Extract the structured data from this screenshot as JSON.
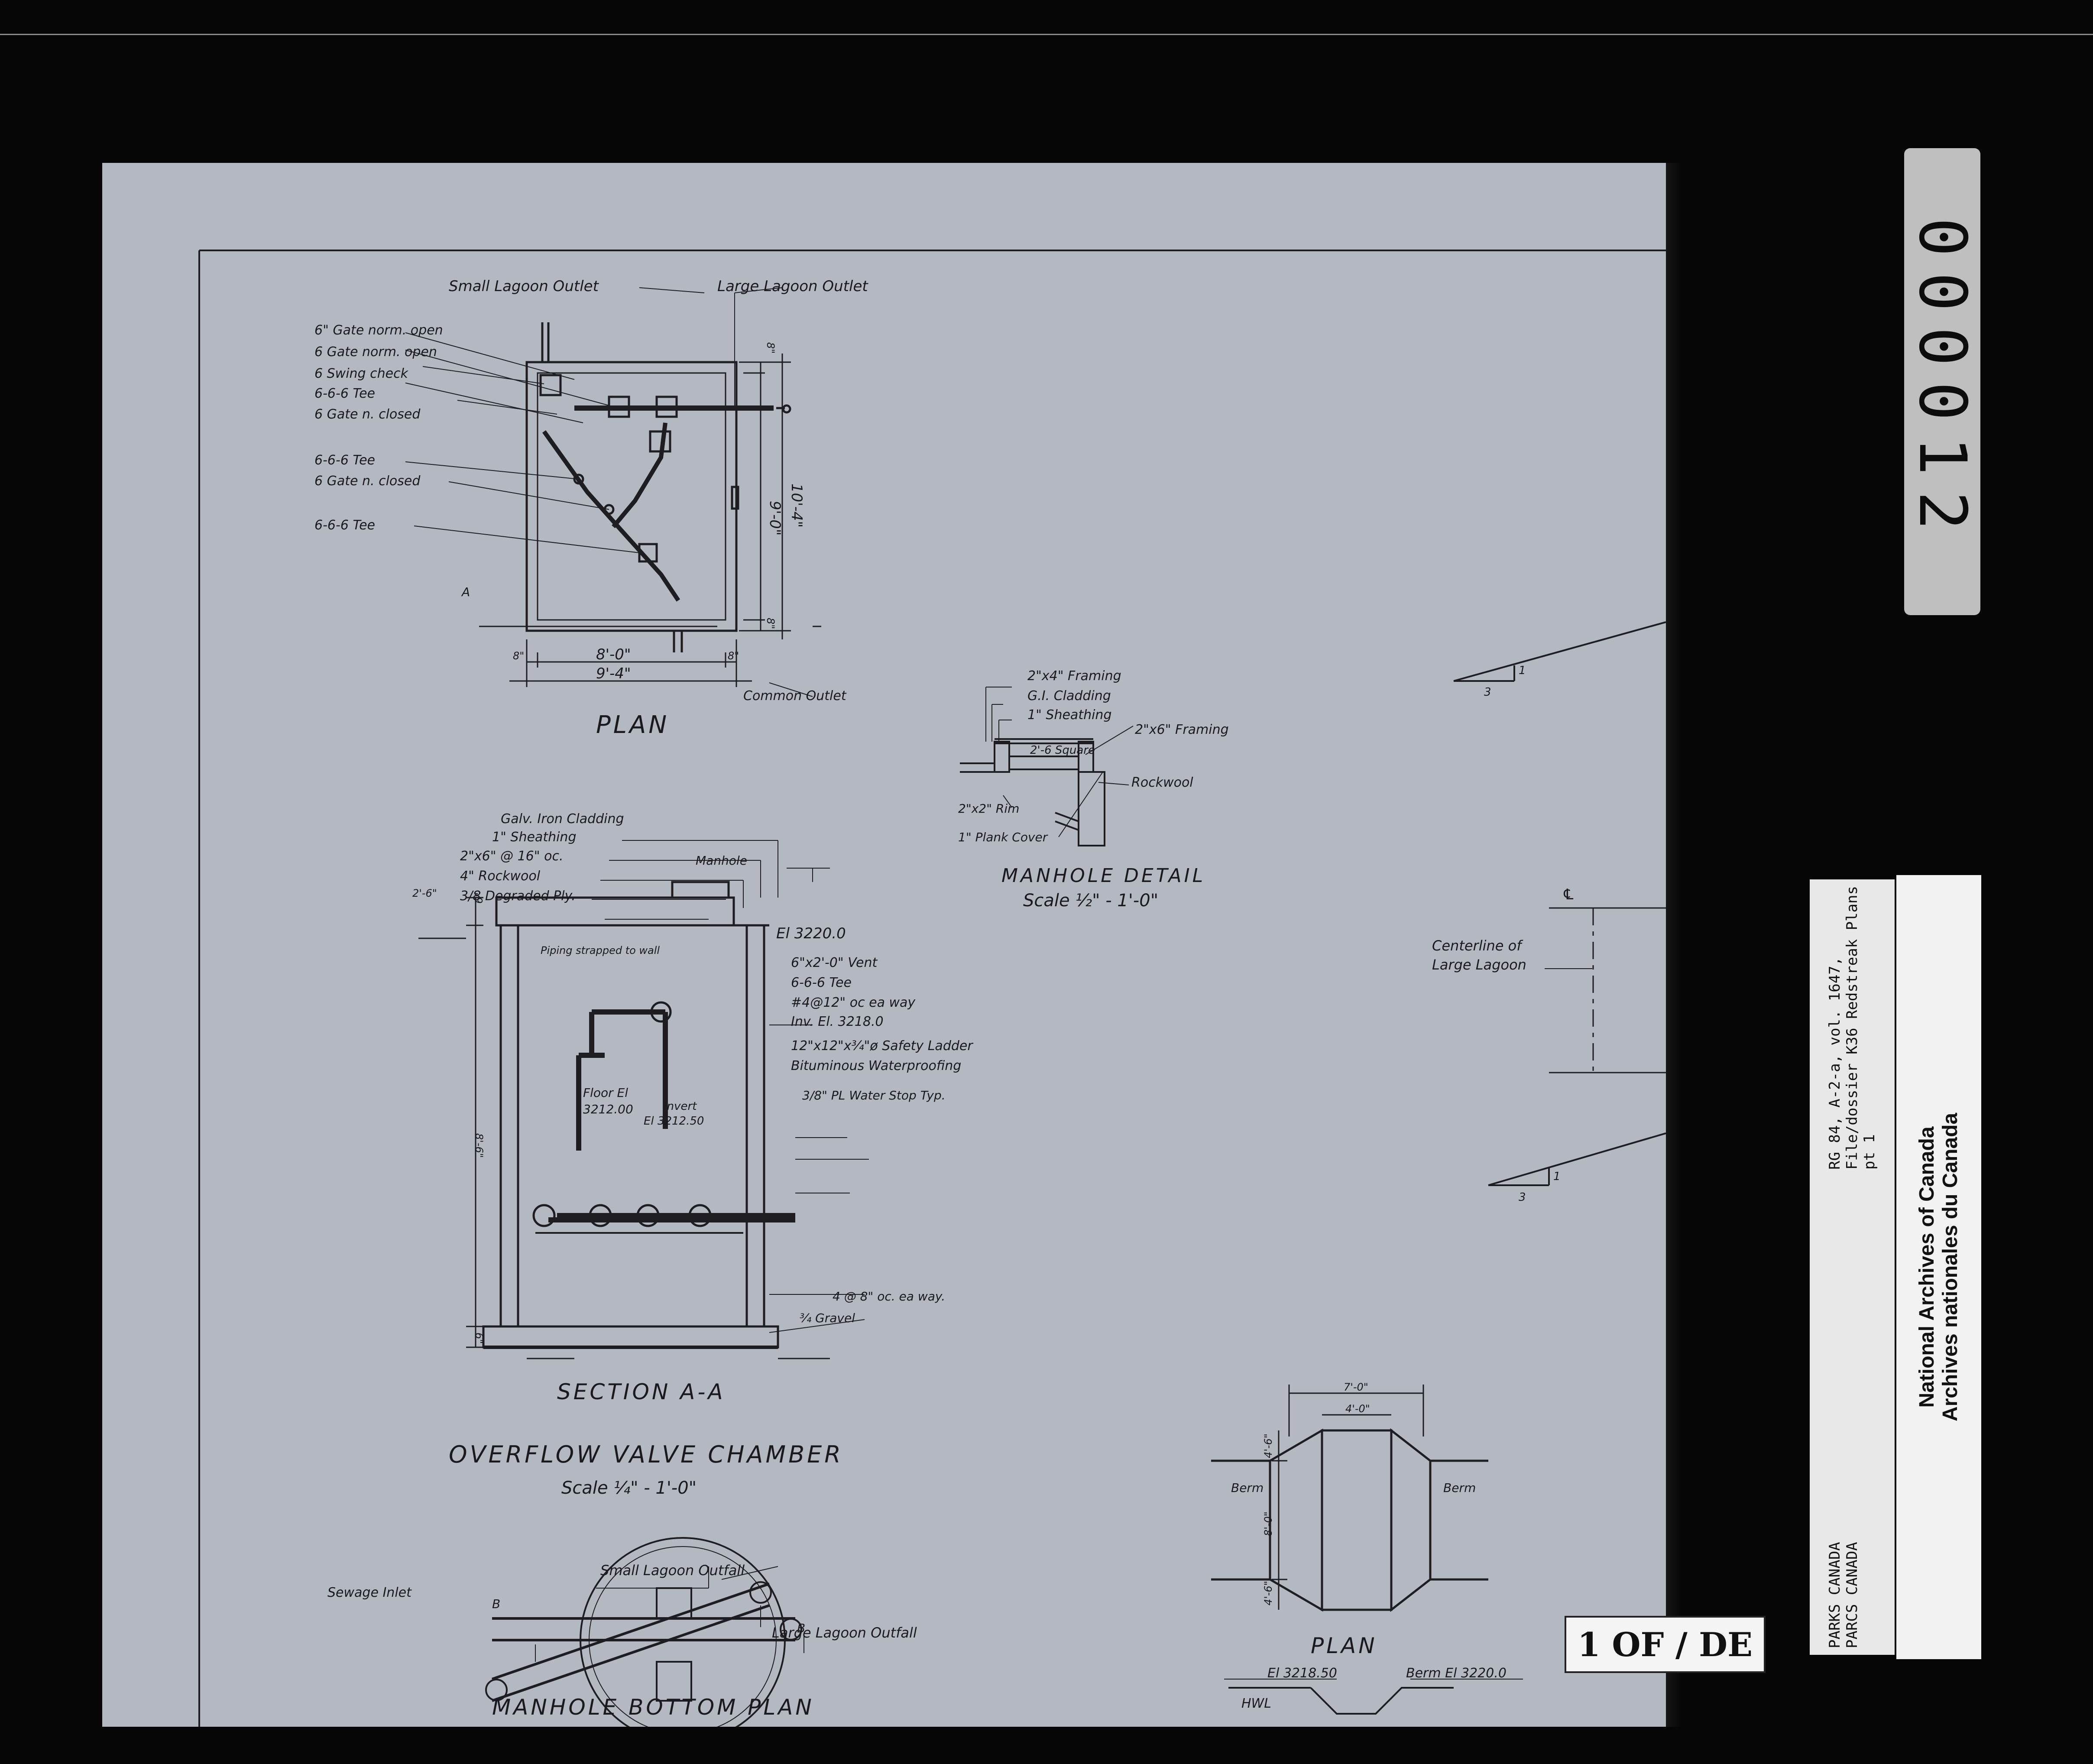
{
  "plan": {
    "small_lagoon_outlet": "Small Lagoon Outlet",
    "large_lagoon_outlet": "Large Lagoon Outlet",
    "gate_norm_open_1": "6\" Gate norm. open",
    "gate_norm_open_2": "6 Gate norm. open",
    "swing_check": "6 Swing check",
    "tee_1": "6-6-6 Tee",
    "gate_closed_1": "6 Gate n. closed",
    "tee_2": "6-6-6 Tee",
    "gate_closed_2": "6 Gate n. closed",
    "tee_3": "6-6-6 Tee",
    "dim_9_0": "9'-0\"",
    "dim_10_4": "10'-4\"",
    "dim_8_top": "8\"",
    "dim_8_bottom": "8\"",
    "dim_8_0": "8'-0\"",
    "dim_9_4": "9'-4\"",
    "dim_8_left": "8\"",
    "dim_8_right": "8\"",
    "section_mark": "A",
    "common_outlet": "Common Outlet",
    "title": "PLAN"
  },
  "manhole_detail": {
    "framing_2x4": "2\"x4\" Framing",
    "gi_cladding": "G.I. Cladding",
    "sheathing": "1\" Sheathing",
    "framing_2x6": "2\"x6\" Framing",
    "square": "2'-6 Square",
    "rockwool": "Rockwool",
    "rim": "2\"x2\" Rim",
    "plank_cover": "1\" Plank Cover",
    "title": "MANHOLE DETAIL",
    "scale": "Scale ½\" - 1'-0\""
  },
  "section": {
    "galv_cladding": "Galv. Iron Cladding",
    "sheathing": "1\" Sheathing",
    "studs": "2\"x6\" @ 16\" oc.",
    "rockwool": "4\" Rockwool",
    "ply": "3/8 Degraded Ply.",
    "manhole": "Manhole",
    "dim_2_6": "2'-6\"",
    "dim_top": "6\"",
    "dim_mid": "8'-6\"",
    "dim_bottom": "6\"",
    "el_top": "El 3220.0",
    "vent": "6\"x2'-0\" Vent",
    "tee": "6-6-6 Tee",
    "rebar_top": "#4@12\" oc ea way",
    "inv_el": "Inv. El. 3218.0",
    "ladder": "12\"x12\"x¾\"ø Safety Ladder",
    "waterproofing": "Bituminous Waterproofing",
    "water_stop": "3/8\" PL Water Stop Typ.",
    "piping_note": "Piping strapped to wall",
    "floor_el_label": "Floor El",
    "floor_el_value": "3212.00",
    "invert_label": "Invert",
    "invert_value": "El 3212.50",
    "rebar_bottom": "4 @ 8\" oc. ea way.",
    "gravel": "¾ Gravel",
    "title": "SECTION A-A"
  },
  "chamber": {
    "title": "OVERFLOW VALVE CHAMBER",
    "scale": "Scale ¼\" - 1'-0\""
  },
  "lagoon": {
    "centerline_symbol": "℄",
    "centerline_1": "Centerline of",
    "centerline_2": "Large Lagoon",
    "slope_run": "3",
    "slope_rise": "1"
  },
  "berm_plan": {
    "dim_7_0": "7'-0\"",
    "dim_4_0": "4'-0\"",
    "dim_4_6_top": "4'-6\"",
    "dim_8_0": "8'-0\"",
    "dim_4_6_bottom": "4'-6\"",
    "berm_left": "Berm",
    "berm_right": "Berm",
    "title": "PLAN"
  },
  "manhole_bottom": {
    "small_outfall": "Small Lagoon Outfall",
    "large_outfall": "Large Lagoon Outfall",
    "sewage_inlet": "Sewage Inlet",
    "section_mark": "B",
    "title": "MANHOLE BOTTOM PLAN"
  },
  "bottom_strip": {
    "el_left": "El 3218.50",
    "berm_el": "Berm El 3220.0",
    "hwl": "HWL"
  },
  "archive": {
    "frame_number": "000012",
    "reel": "1 OF / DE",
    "parks_1": "PARKS CANADA",
    "parks_2": "PARCS CANADA",
    "rg_1": "RG 84, A-2-a, vol. 1647,",
    "rg_2": "File/dossier K36 Redstreak Plans",
    "rg_3": "pt 1",
    "nac_en": "National Archives of Canada",
    "nac_fr": "Archives nationales du Canada"
  }
}
